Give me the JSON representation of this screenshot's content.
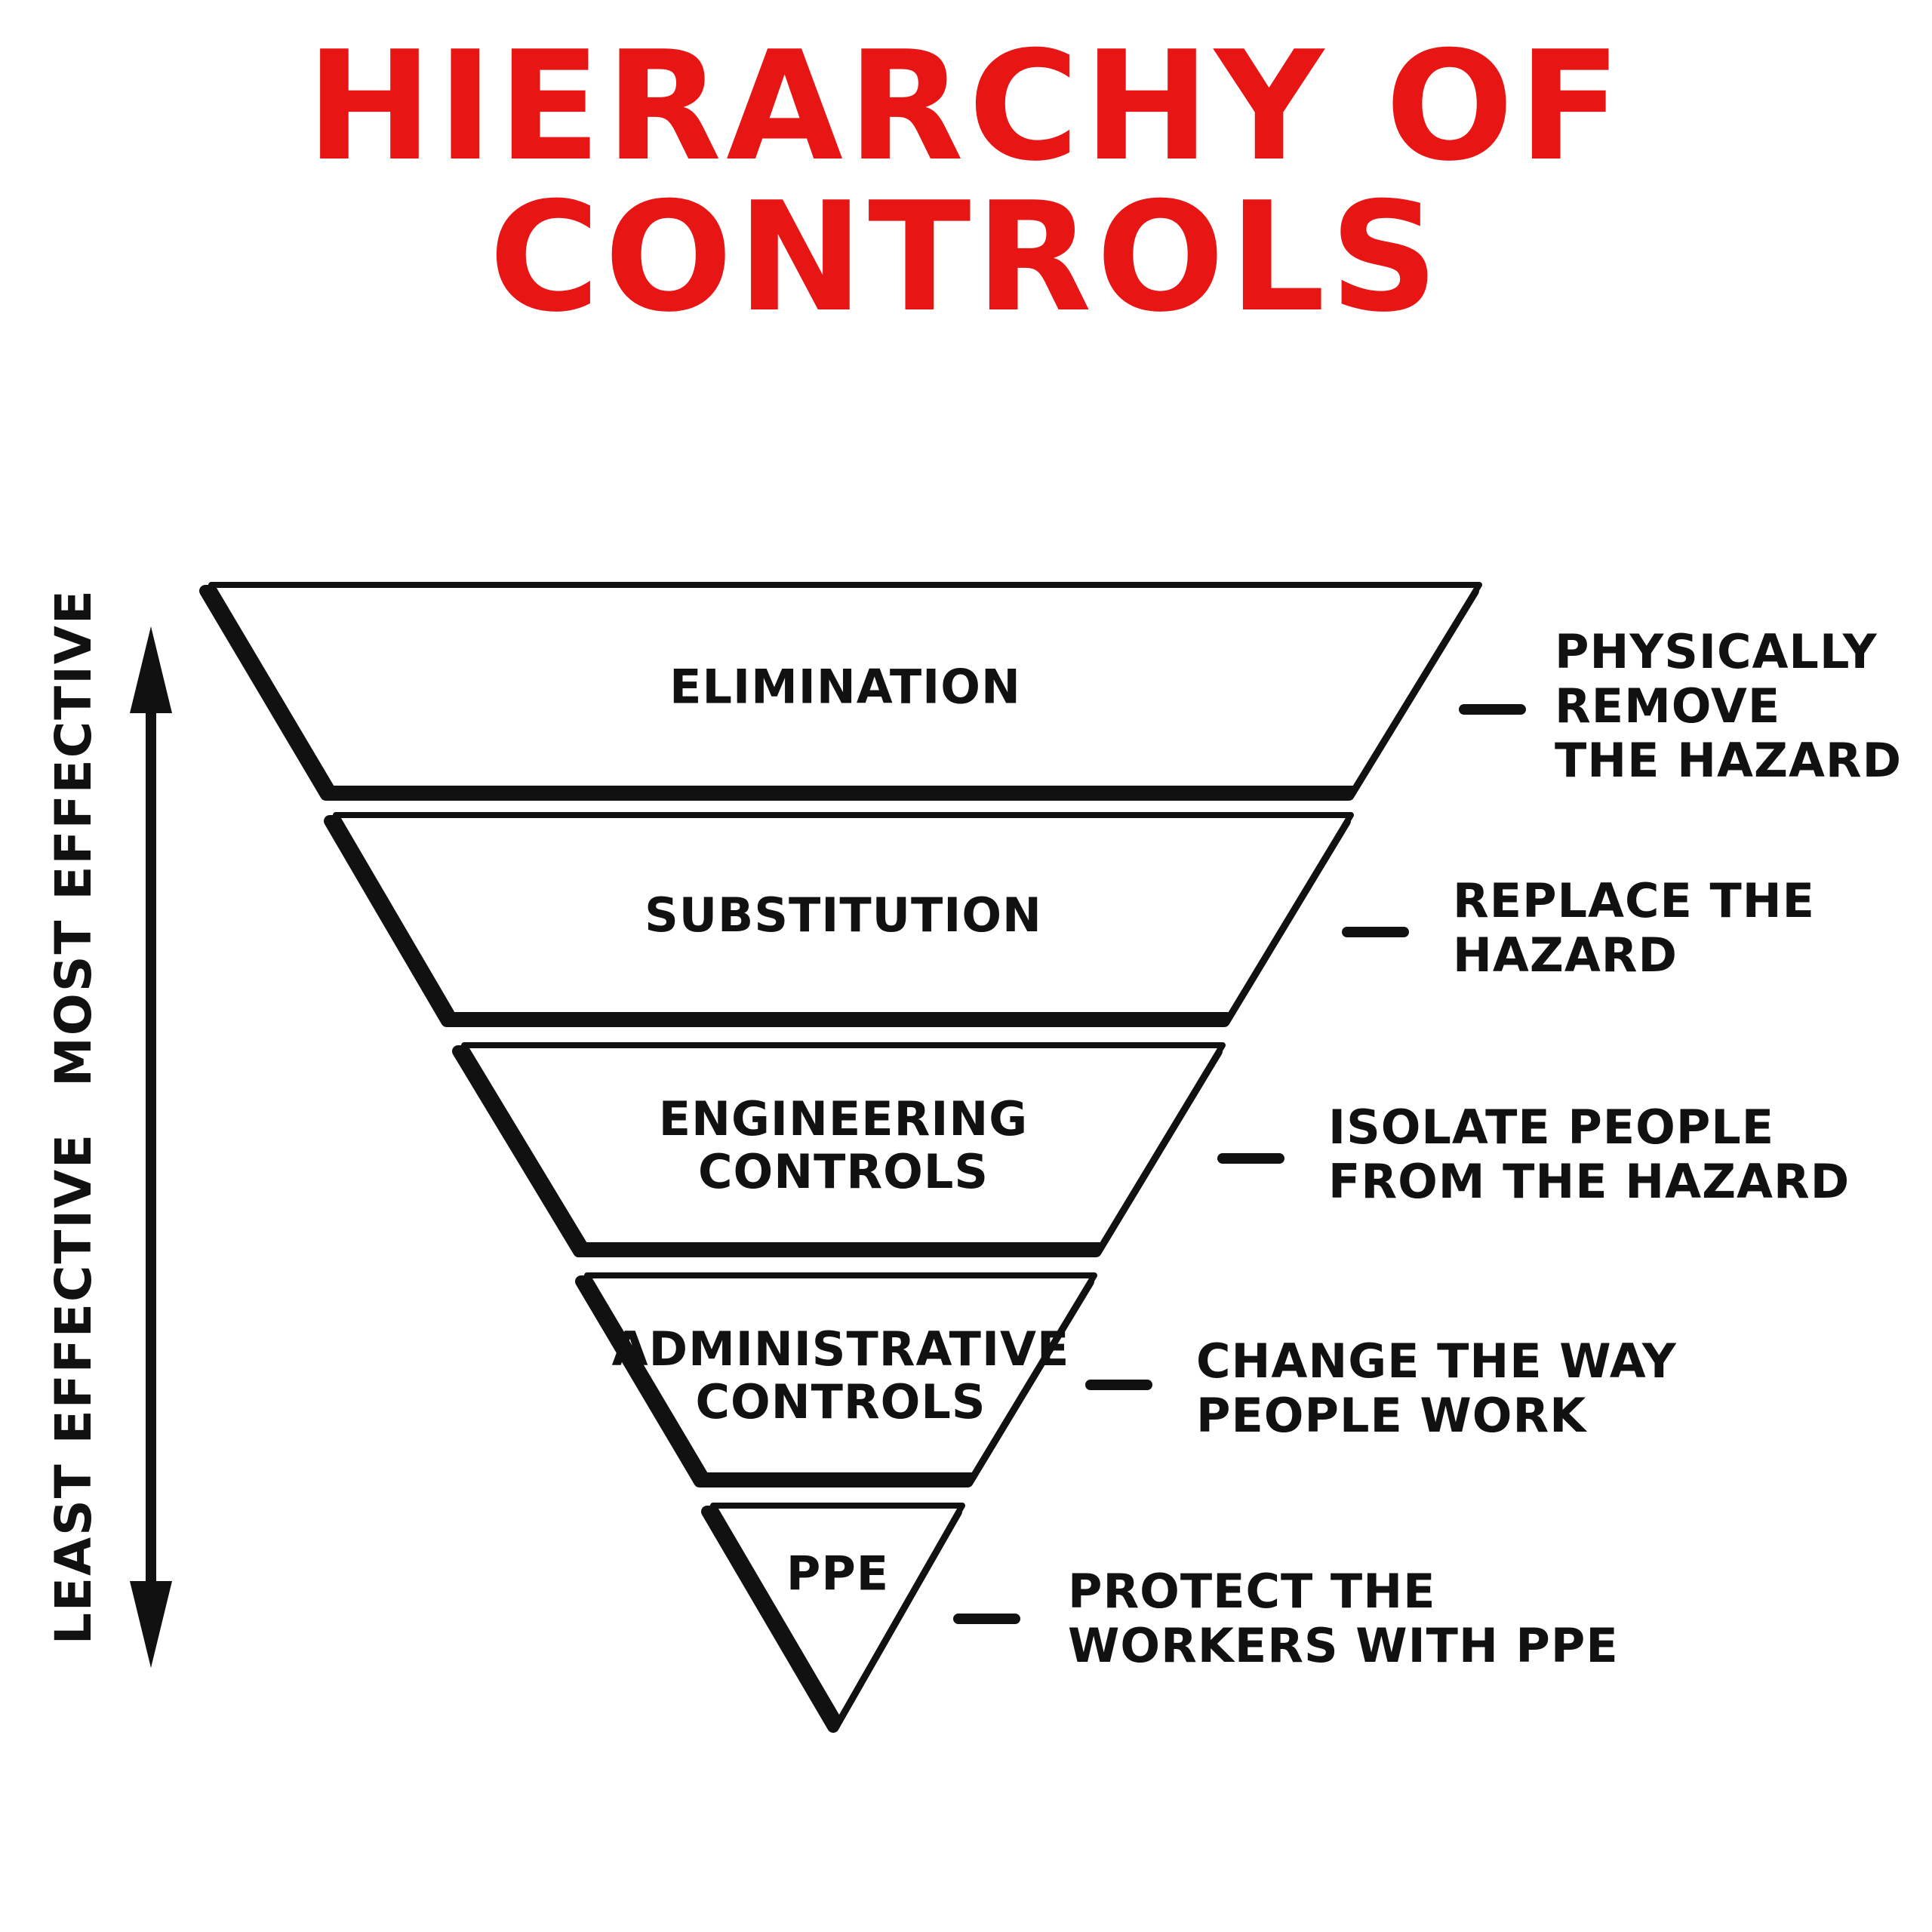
{
  "title": {
    "line1": "HIERARCHY OF",
    "line2": "CONTROLS",
    "color": "#e81515"
  },
  "axis": {
    "top_label": "MOST EFFECTIVE",
    "bottom_label": "LEAST EFFECTIVE"
  },
  "levels": [
    {
      "name": "ELIMINATION",
      "name_lines": [
        "ELIMINATION"
      ],
      "description_lines": [
        "PHYSICALLY",
        "REMOVE",
        "THE HAZARD"
      ]
    },
    {
      "name": "SUBSTITUTION",
      "name_lines": [
        "SUBSTITUTION"
      ],
      "description_lines": [
        "REPLACE THE",
        "HAZARD"
      ]
    },
    {
      "name": "ENGINEERING CONTROLS",
      "name_lines": [
        "ENGINEERING",
        "CONTROLS"
      ],
      "description_lines": [
        "ISOLATE PEOPLE",
        "FROM THE HAZARD"
      ]
    },
    {
      "name": "ADMINISTRATIVE CONTROLS",
      "name_lines": [
        "ADMINISTRATIVE",
        "CONTROLS"
      ],
      "description_lines": [
        "CHANGE THE WAY",
        "PEOPLE WORK"
      ]
    },
    {
      "name": "PPE",
      "name_lines": [
        "PPE"
      ],
      "description_lines": [
        "PROTECT THE",
        "WORKERS WITH PPE"
      ]
    }
  ],
  "colors": {
    "ink": "#111111",
    "background": "#ffffff"
  }
}
